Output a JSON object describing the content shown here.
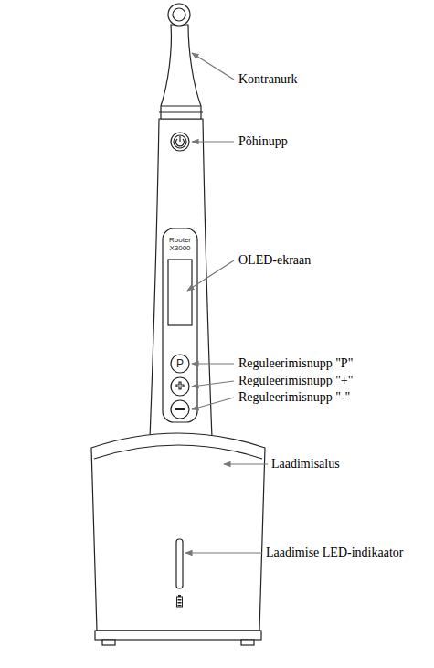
{
  "diagram": {
    "labels": [
      "Kontranurk",
      "Põhinupp",
      "Rooter X3000",
      "OLED-ekraan",
      "P",
      "Reguleerimisnupp \"P\"",
      "Reguleerimisnupp \"+\"",
      "Reguleerimisnupp \"-\"",
      "Laadimisalus",
      "Laadimise LED-indikaator"
    ]
  }
}
